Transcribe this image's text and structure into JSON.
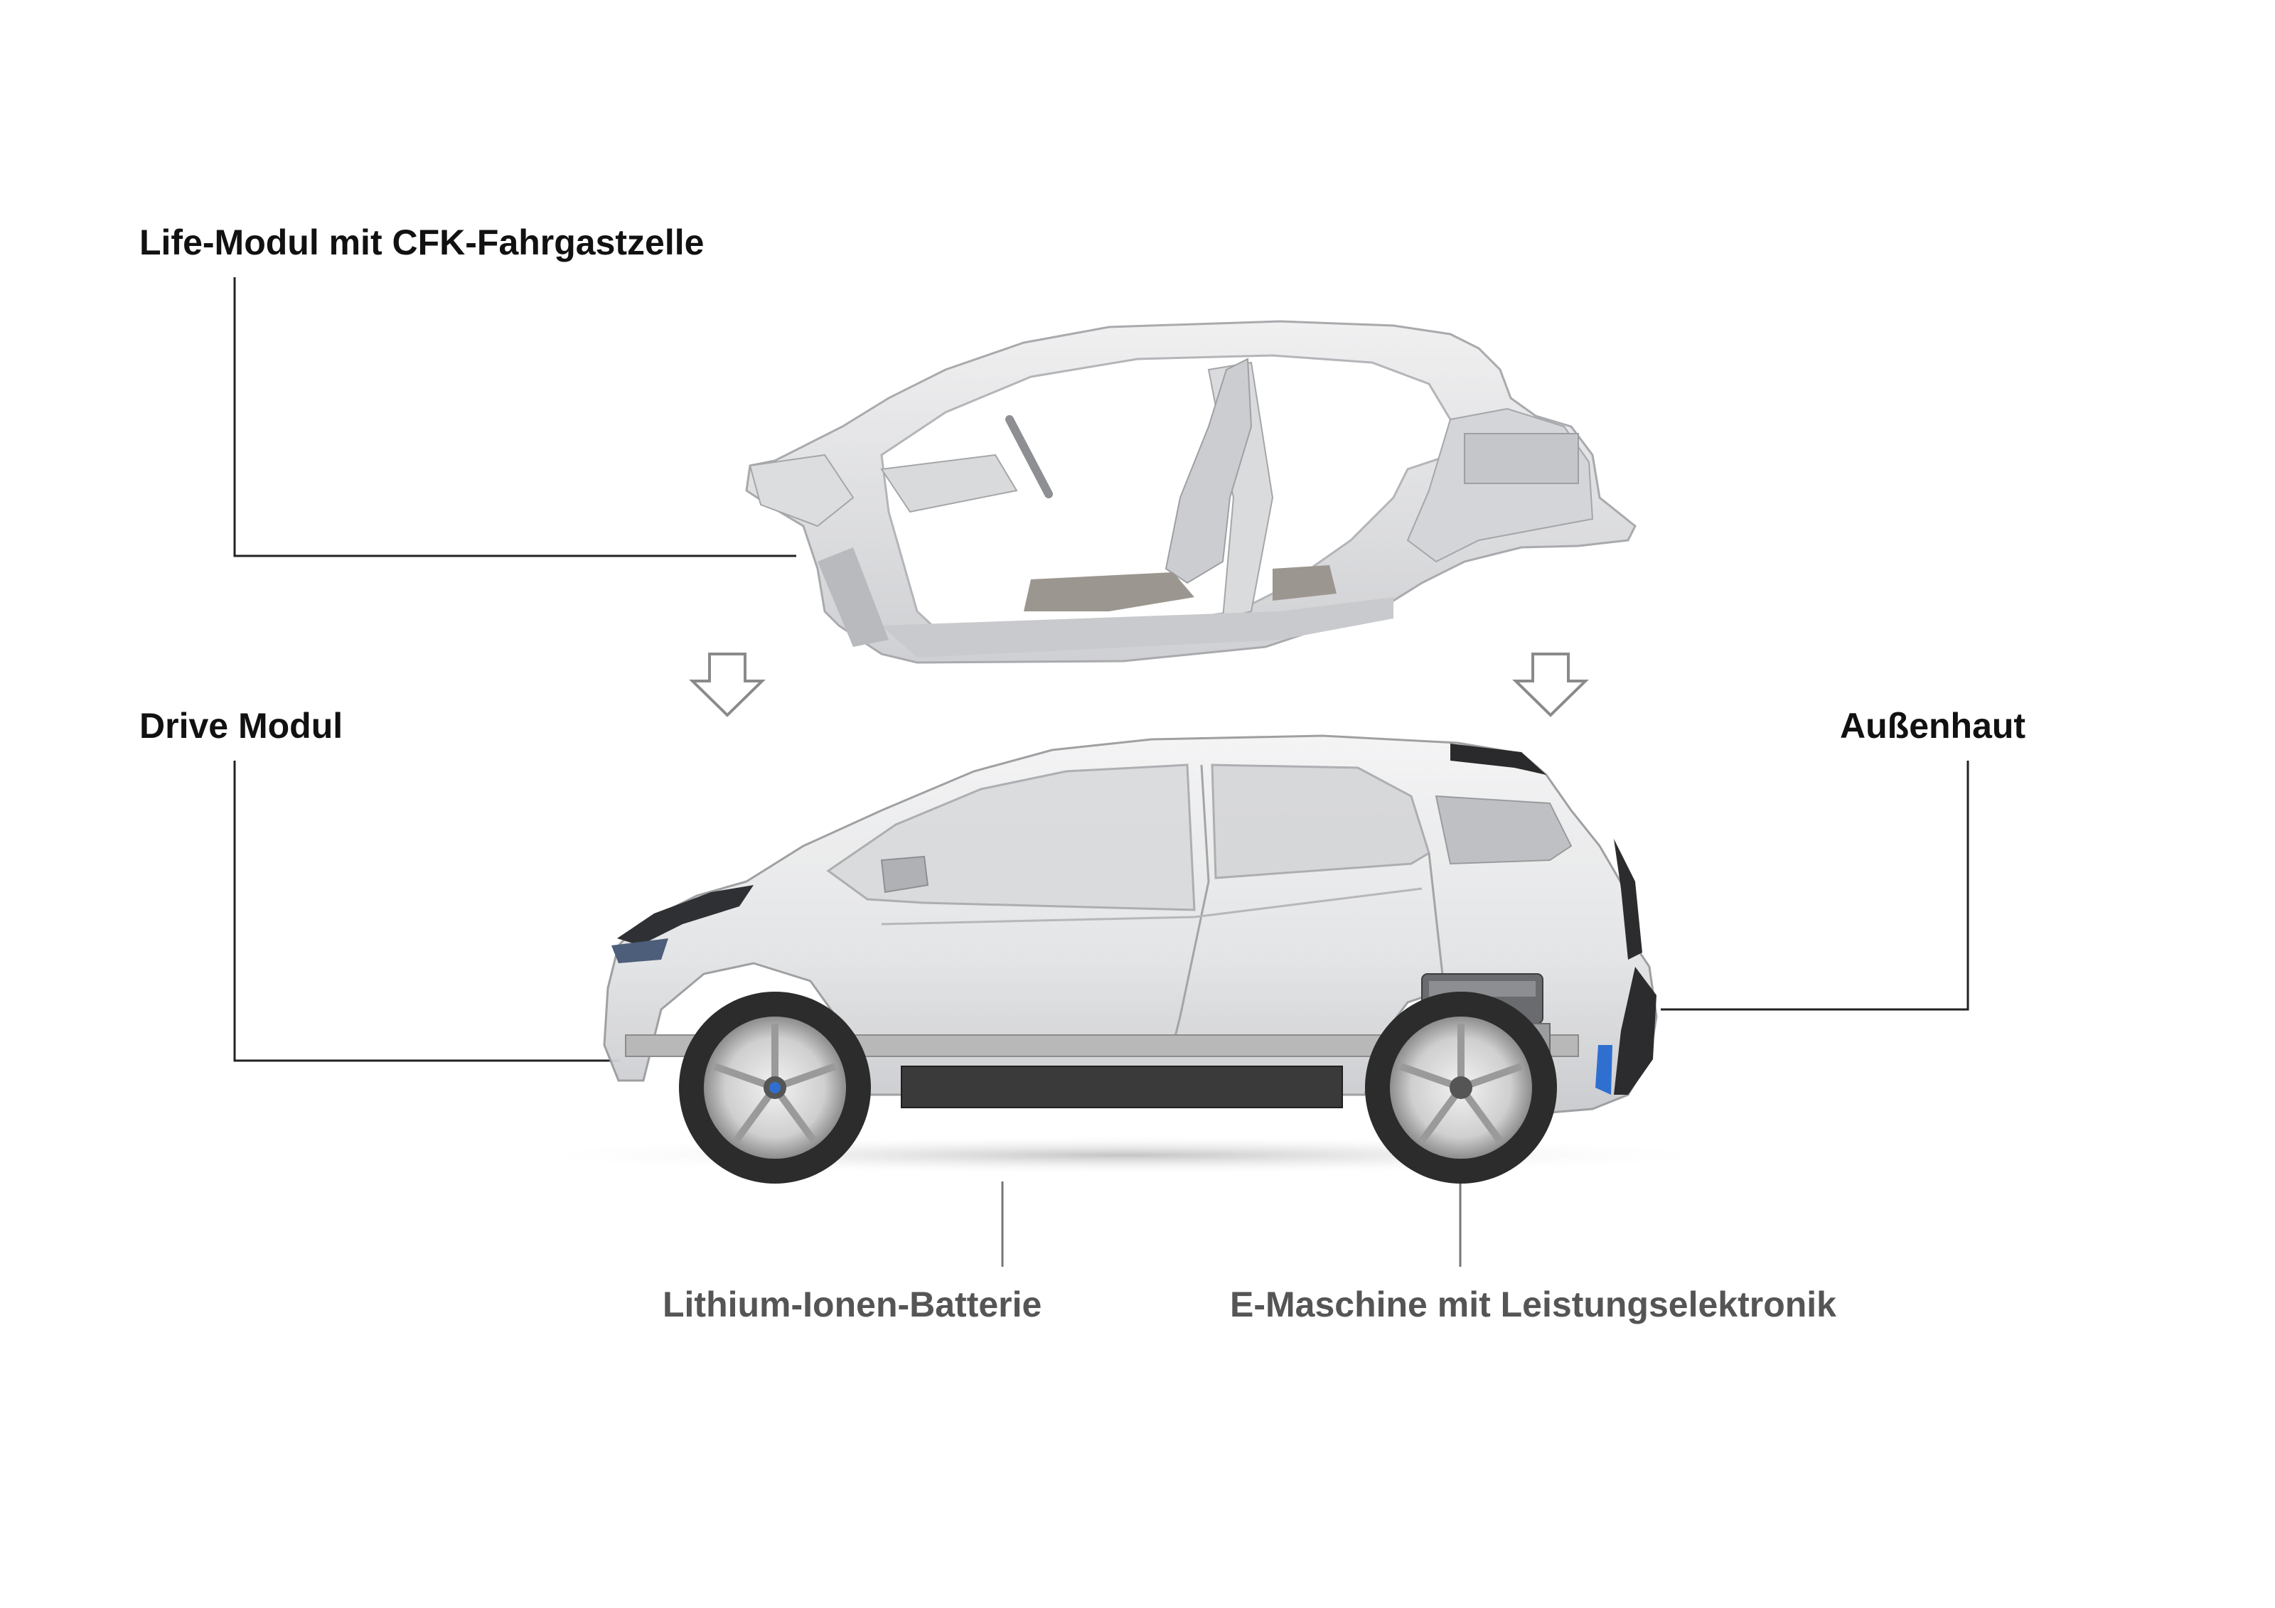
{
  "labels": {
    "life_module": "Life-Modul mit CFK-Fahrgastzelle",
    "drive_module": "Drive Modul",
    "outer_skin": "Außenhaut",
    "battery": "Lithium-Ionen-Batterie",
    "e_machine": "E-Maschine mit Leistungselektronik"
  },
  "colors": {
    "leader_line": "#222222",
    "leader_line_grey": "#777777",
    "arrow_outline": "#8a8a8a",
    "body_light": "#e9e9ea",
    "body_mid": "#cfd0d2",
    "chassis": "#b8b8b8",
    "battery": "#3a3a3a",
    "tyre": "#2c2c2c",
    "accent_blue": "#2f6fd0"
  }
}
